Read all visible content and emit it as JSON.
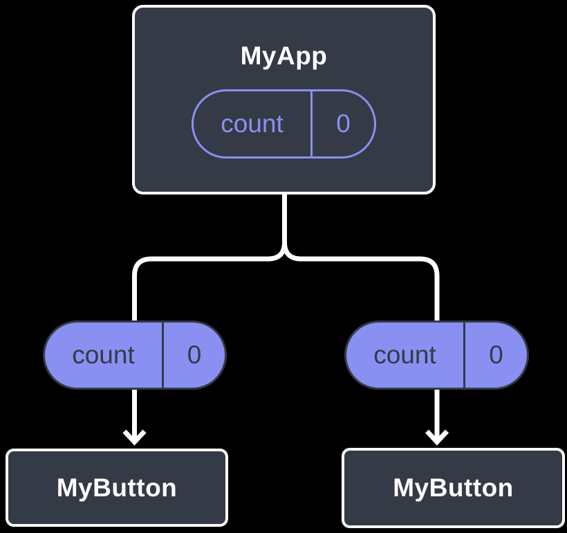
{
  "diagram": {
    "description": "Component tree diagram: parent component holding lifted state passed down to two child components",
    "background_color": "#000000",
    "colors": {
      "node_fill": "#343a46",
      "node_border": "#ffffff",
      "connector": "#ffffff",
      "accent_purple": "#8a90f2",
      "pill_dark_text": "#343a46",
      "title_text": "#ffffff"
    },
    "root": {
      "title": "MyApp",
      "state": {
        "name": "count",
        "value": "0"
      }
    },
    "left_branch": {
      "pill": {
        "name": "count",
        "value": "0"
      },
      "node": {
        "title": "MyButton"
      }
    },
    "right_branch": {
      "pill": {
        "name": "count",
        "value": "0"
      },
      "node": {
        "title": "MyButton"
      }
    }
  }
}
